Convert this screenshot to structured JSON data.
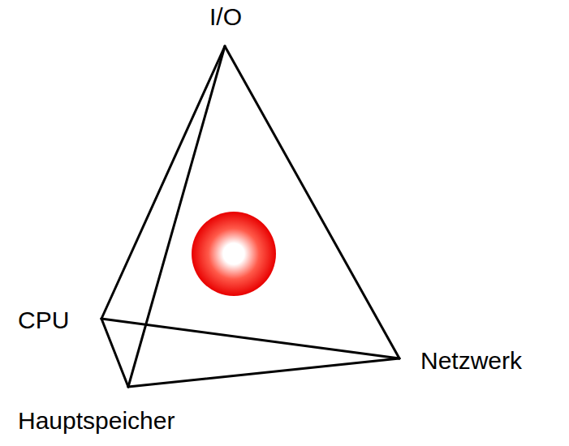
{
  "diagram": {
    "labels": [
      "I/O",
      "CPU",
      "Hauptspeicher",
      "Netzwerk"
    ]
  }
}
